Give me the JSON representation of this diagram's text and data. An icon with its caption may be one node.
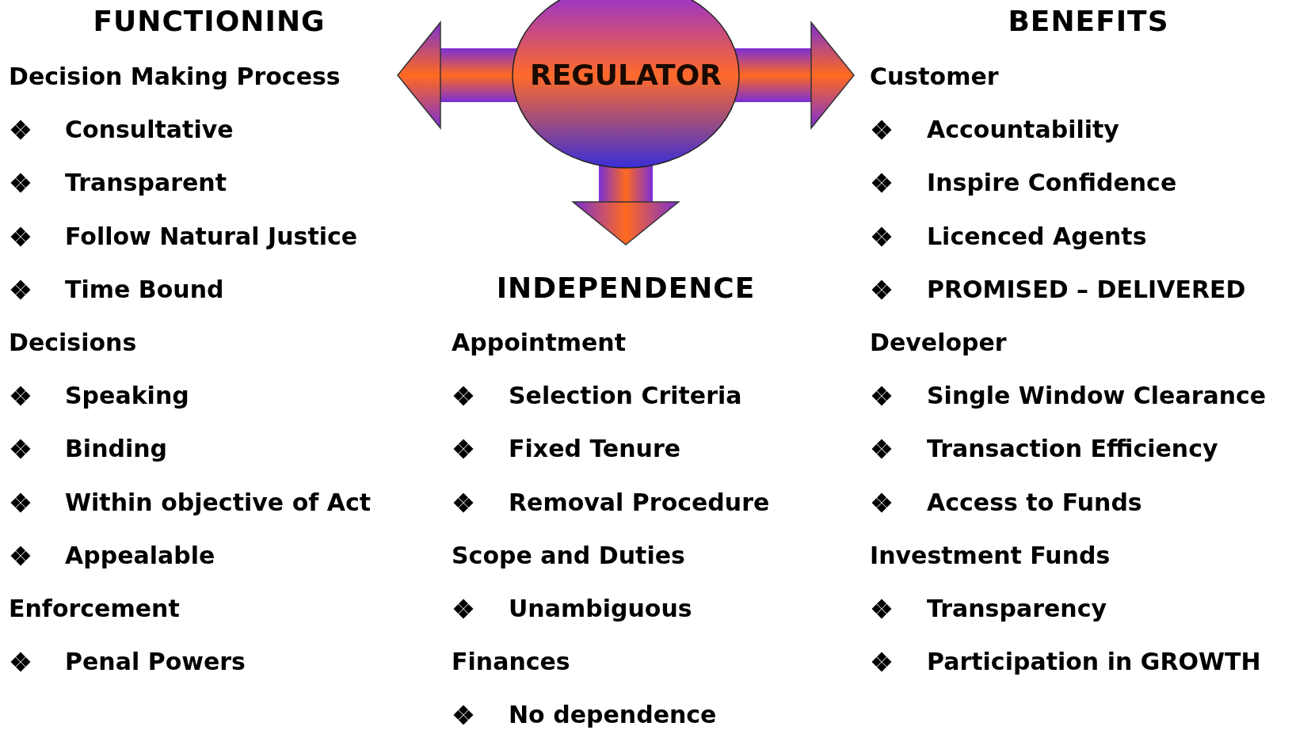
{
  "diagram": {
    "nodes": [
      {
        "text": [
          "REGULATOR"
        ]
      },
      {
        "text": [
          "FUNCTIONING"
        ]
      },
      {
        "text": [
          "INDEPENDENCE"
        ]
      },
      {
        "text": [
          "BENEFITS"
        ]
      }
    ],
    "edges": [
      {
        "from": 0,
        "to": 1,
        "arrow": "to",
        "style": "thick"
      },
      {
        "from": 0,
        "to": 3,
        "arrow": "to",
        "style": "thick"
      },
      {
        "from": 0,
        "to": 2,
        "arrow": "to",
        "style": "thick"
      }
    ],
    "labels": [
      "Decision Making Process",
      "Consultative",
      "Transparent",
      "Follow Natural Justice",
      "Time Bound",
      "Decisions",
      "Speaking",
      "Binding",
      "Within objective of Act",
      "Appealable",
      "Enforcement",
      "Penal Powers",
      "Appointment",
      "Selection Criteria",
      "Fixed Tenure",
      "Removal Procedure",
      "Scope and Duties",
      "Unambiguous",
      "Finances",
      "No dependence",
      "Customer",
      "Accountability",
      "Inspire Confidence",
      "Licenced Agents",
      "PROMISED – DELIVERED",
      "Developer",
      "Single Window Clearance",
      "Transaction Efficiency",
      "Access to Funds",
      "Investment Funds",
      "Transparency",
      "Participation in GROWTH"
    ]
  }
}
